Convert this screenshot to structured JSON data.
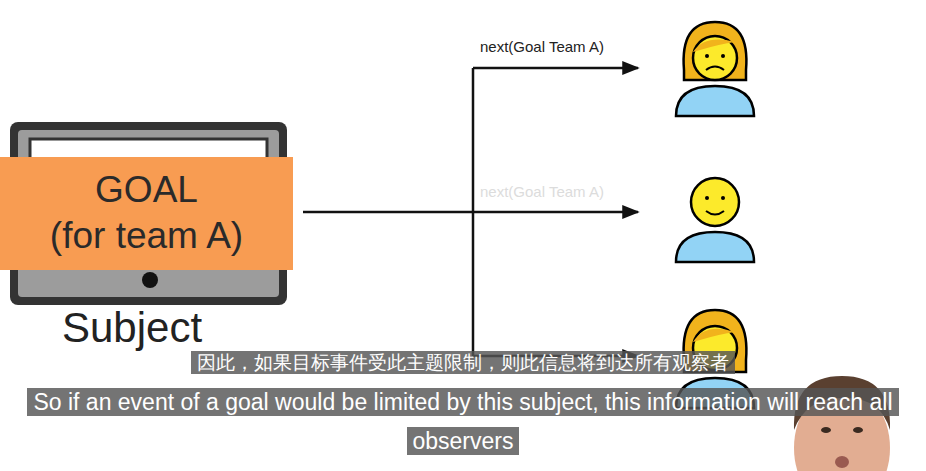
{
  "diagram": {
    "nodes": [
      {
        "text": [
          "Subject"
        ]
      },
      {
        "text": [
          "GOAL (for team A)"
        ],
        "in": 0
      }
    ],
    "labels": [
      "next(Goal Team A)",
      "next(Goal Team A)",
      "因此，如果目标事件受此主题限制，则此信息将到达所有观察者",
      "So if an event of a goal would be limited by this subject, this information will reach all observers"
    ]
  }
}
